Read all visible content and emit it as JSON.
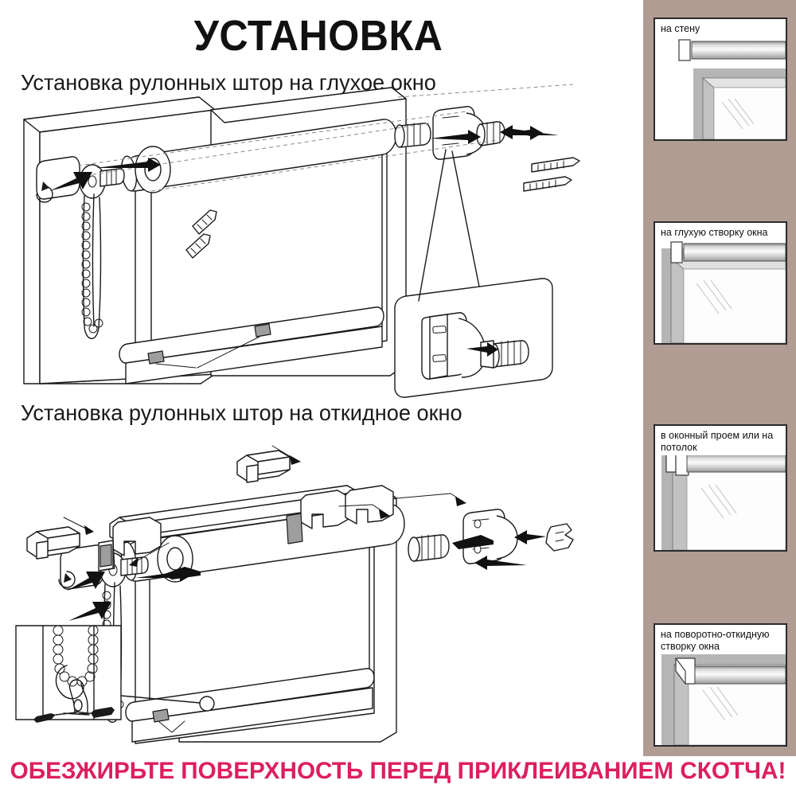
{
  "document": {
    "title": "УСТАНОВКА",
    "footer_warning": "ОБЕЗЖИРЬТЕ ПОВЕРХНОСТЬ ПЕРЕД ПРИКЛЕИВАНИЕМ СКОТЧА!",
    "accent_color": "#DD1F5E",
    "sidebar_color": "#B19C94",
    "text_color": "#111111"
  },
  "sections": [
    {
      "id": "blind-on-fixed-window",
      "subtitle": "Установка рулонных штор на глухое окно",
      "illustration": "exploded-view-roller-blind-on-fixed-window-frame-with-bracket-screws-and-chain"
    },
    {
      "id": "blind-on-tilt-window",
      "subtitle": "Установка рулонных штор на откидное окно",
      "illustration": "exploded-view-roller-blind-on-tilt-window-sash-with-clip-brackets-and-adhesive-pads"
    }
  ],
  "detail_callout": {
    "id": "chain-tensioner-detail",
    "description": "chain safety hook fastened to wall with screws and dowels"
  },
  "sidebar": {
    "panels": [
      {
        "label": "на стену",
        "art": "mount-on-wall-above-window-corner"
      },
      {
        "label": "на глухую створку окна",
        "art": "mount-on-fixed-window-sash"
      },
      {
        "label": "в оконный проем или на потолок",
        "art": "mount-inside-window-opening-or-ceiling"
      },
      {
        "label": "на поворотно-откидную створку окна",
        "art": "mount-on-tilt-and-turn-window-sash"
      }
    ]
  }
}
